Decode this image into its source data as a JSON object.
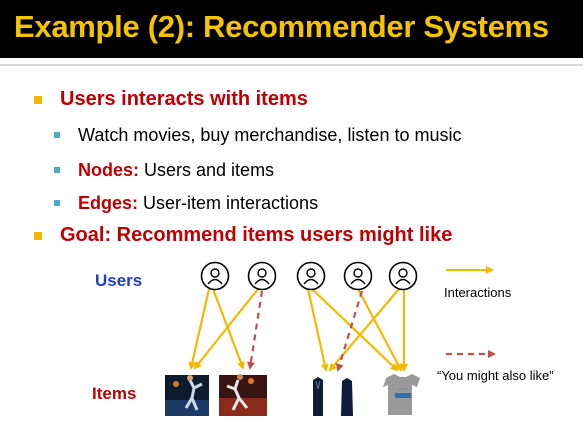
{
  "slide": {
    "title": "Example (2): Recommender Systems",
    "bullets": {
      "main": "Users interacts with items",
      "sub1": "Watch movies, buy merchandise, listen to music",
      "sub2_label": "Nodes:",
      "sub2_text": " Users and items",
      "sub3_label": "Edges:",
      "sub3_text": " User-item interactions",
      "goal": "Goal: Recommend items users might like"
    }
  },
  "diagram": {
    "users_label": "Users",
    "items_label": "Items",
    "legend_interactions": "Interactions",
    "legend_might_like": "“You might also like”",
    "colors": {
      "interaction": "#f5b800",
      "recommendation": "#c0504d",
      "users_label": "#1f3fbf",
      "items_label": "#c00000"
    }
  }
}
